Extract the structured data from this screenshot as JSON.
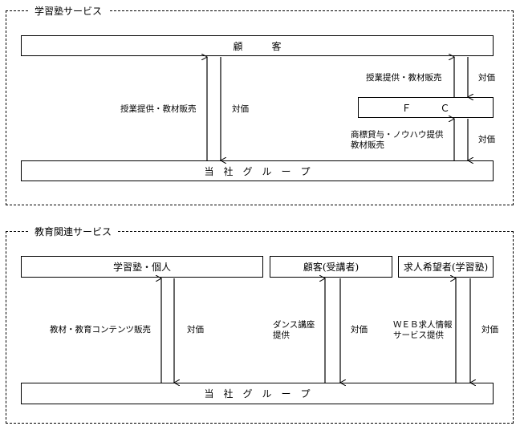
{
  "section1": {
    "title": "学習塾サービス",
    "customer_box": "顧　　　客",
    "fc_box": "Ｆ　　　Ｃ",
    "group_box": "当　社　グ　ル　ー　プ",
    "label_lessons_main": "授業提供・教材販売",
    "label_payment_main": "対価",
    "label_lessons_fc": "授業提供・教材販売",
    "label_payment_fc_top": "対価",
    "label_license": "商標貸与・ノウハウ提供\n教材販売",
    "label_payment_fc_bottom": "対価"
  },
  "section2": {
    "title": "教育関連サービス",
    "box_school": "学習塾・個人",
    "box_customer": "顧客(受講者)",
    "box_jobseeker": "求人希望者(学習塾)",
    "group_box": "当　社　グ　ル　ー　プ",
    "label_materials": "教材・教育コンテンツ販売",
    "label_payment_1": "対価",
    "label_dance": "ダンス講座\n提供",
    "label_payment_2": "対価",
    "label_web": "ＷＥＢ求人情報\nサービス提供",
    "label_payment_3": "対価"
  }
}
